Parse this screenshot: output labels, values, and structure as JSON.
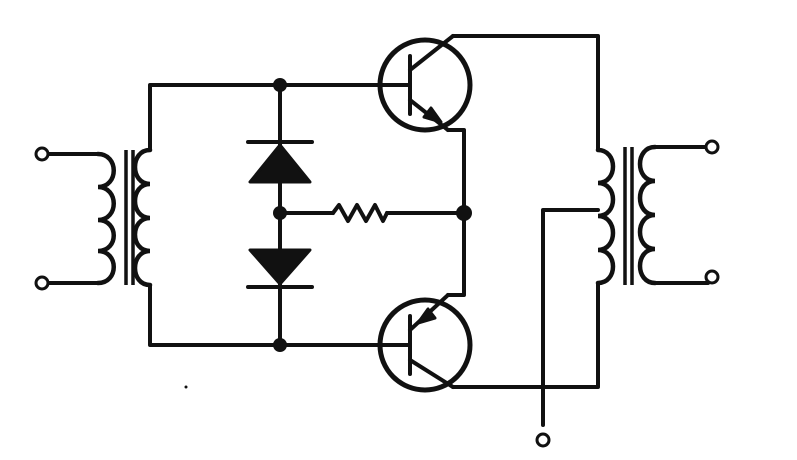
{
  "diagram": {
    "kind": "circuit-schematic",
    "components": [
      {
        "id": "input-transformer",
        "type": "transformer"
      },
      {
        "id": "output-transformer",
        "type": "transformer"
      },
      {
        "id": "upper-diode",
        "type": "diode"
      },
      {
        "id": "lower-diode",
        "type": "diode"
      },
      {
        "id": "bias-resistor",
        "type": "resistor"
      },
      {
        "id": "upper-transistor",
        "type": "transistor"
      },
      {
        "id": "lower-transistor",
        "type": "transistor"
      }
    ],
    "terminals": [
      "input-terminal-top",
      "input-terminal-bottom",
      "output-terminal-top",
      "output-terminal-bottom",
      "center-tap-terminal"
    ]
  }
}
